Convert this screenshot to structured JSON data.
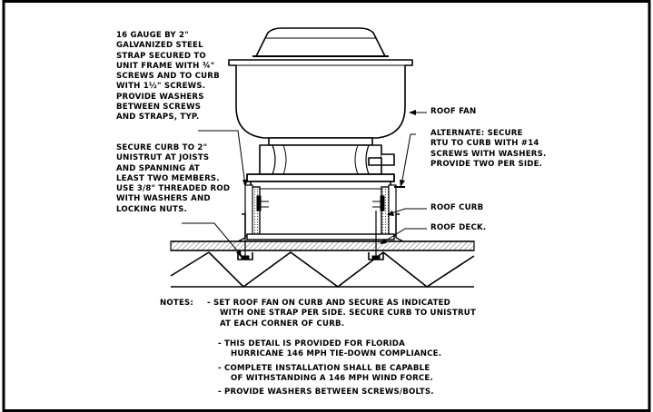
{
  "callouts": {
    "strap": [
      "16 GAUGE BY 2\"",
      "GALVANIZED STEEL",
      "STRAP SECURED TO",
      "UNIT FRAME WITH ¾\"",
      "SCREWS AND TO CURB",
      "WITH 1½\" SCREWS.",
      "PROVIDE WASHERS",
      "BETWEEN SCREWS",
      "AND STRAPS, TYP."
    ],
    "curb_unistrut": [
      "SECURE CURB TO 2\"",
      "UNISTRUT AT JOISTS",
      "AND SPANNING AT",
      "LEAST TWO MEMBERS.",
      "USE 3/8\" THREADED ROD",
      "WITH WASHERS AND",
      "LOCKING NUTS."
    ],
    "roof_fan": "ROOF FAN",
    "alternate": [
      "ALTERNATE: SECURE",
      "RTU TO CURB WITH #14",
      "SCREWS WITH WASHERS.",
      "PROVIDE TWO PER SIDE."
    ],
    "roof_curb": "ROOF CURB",
    "roof_deck": "ROOF DECK."
  },
  "notes": {
    "heading": "NOTES:",
    "items": [
      {
        "lines": [
          "- SET ROOF FAN ON CURB AND SECURE AS INDICATED",
          "WITH ONE STRAP PER SIDE. SECURE CURB TO UNISTRUT",
          "AT EACH CORNER OF CURB."
        ]
      },
      {
        "lines": [
          "- THIS DETAIL IS PROVIDED FOR FLORIDA",
          "HURRICANE 146 MPH TIE-DOWN COMPLIANCE."
        ]
      },
      {
        "lines": [
          "- COMPLETE INSTALLATION SHALL BE CAPABLE",
          "OF WITHSTANDING A 146 MPH WIND FORCE."
        ]
      },
      {
        "lines": [
          "- PROVIDE WASHERS BETWEEN SCREWS/BOLTS."
        ]
      }
    ]
  },
  "colors": {
    "ink": "#000000",
    "paper": "#ffffff",
    "hatch": "#444444"
  }
}
